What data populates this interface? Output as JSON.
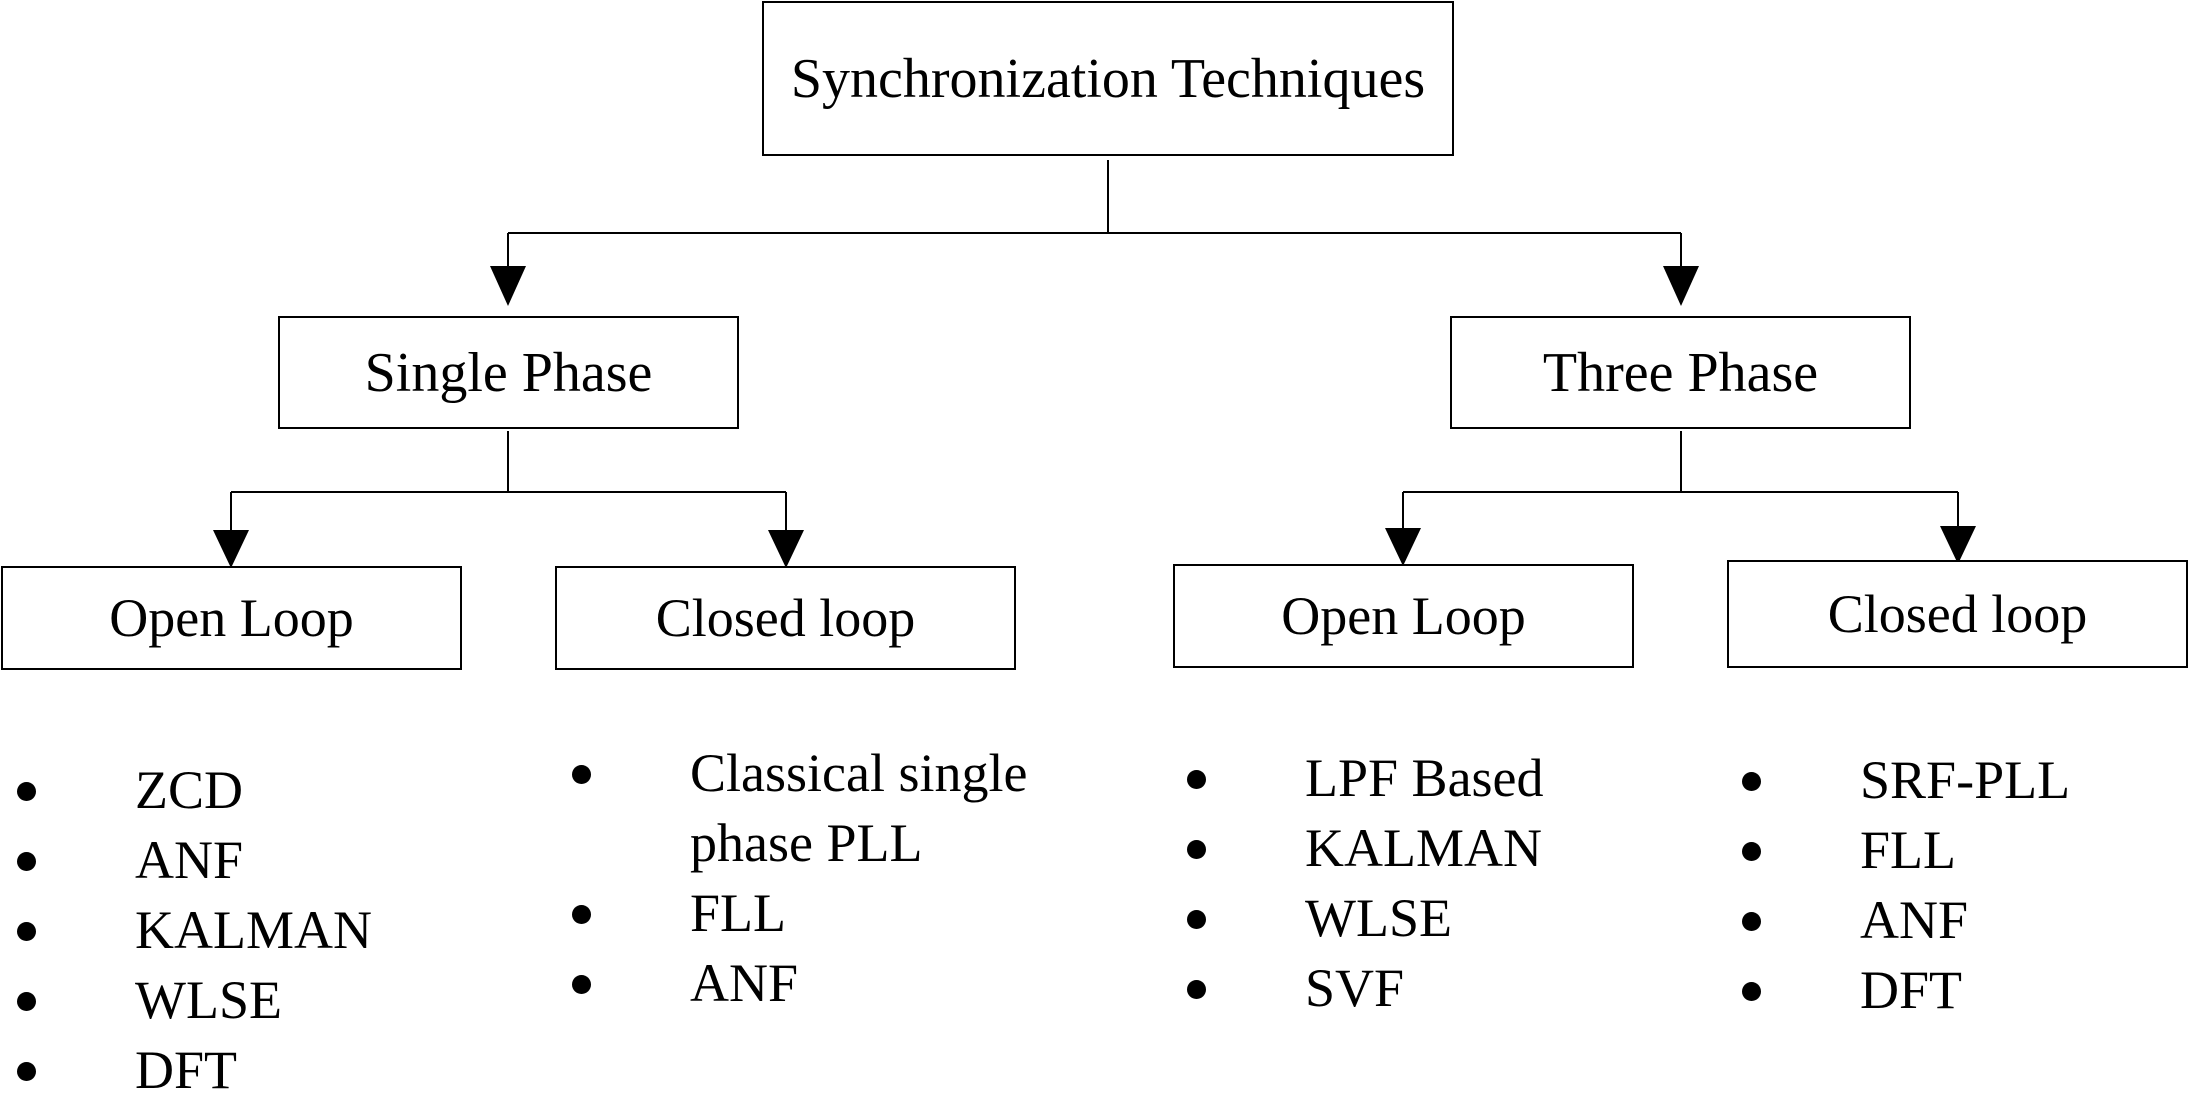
{
  "root": {
    "label": "Synchronization Techniques"
  },
  "branches": [
    {
      "label": "Single Phase",
      "children": [
        {
          "label": "Open Loop",
          "items": [
            "ZCD",
            "ANF",
            "KALMAN",
            "WLSE",
            "DFT"
          ]
        },
        {
          "label": "Closed loop",
          "items": [
            [
              "Classical single",
              "phase PLL"
            ],
            "FLL",
            "ANF"
          ]
        }
      ]
    },
    {
      "label": "Three Phase",
      "children": [
        {
          "label": "Open Loop",
          "items": [
            "LPF Based",
            "KALMAN",
            "WLSE",
            "SVF"
          ]
        },
        {
          "label": "Closed loop",
          "items": [
            "SRF-PLL",
            "FLL",
            "ANF",
            "DFT"
          ]
        }
      ]
    }
  ]
}
